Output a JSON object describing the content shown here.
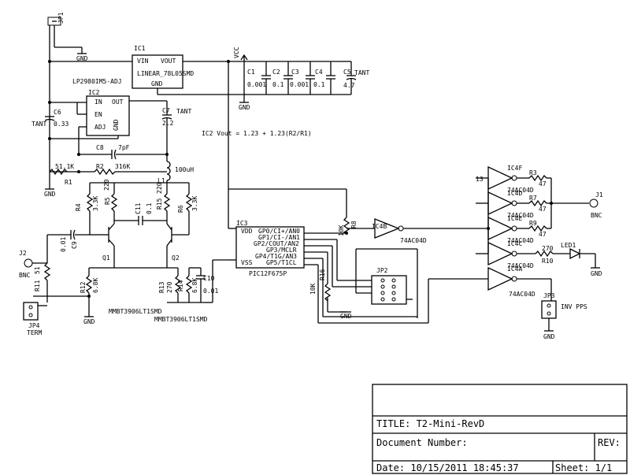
{
  "title_block": {
    "title": "TITLE:  T2-Mini-RevD",
    "document": "Document Number:",
    "rev": "REV:",
    "date": "Date: 10/15/2011  18:45:37",
    "sheet": "Sheet: 1/1"
  },
  "formula": "IC2 Vout = 1.23 + 1.23(R2/R1)",
  "labels": {
    "jp1": "JP1",
    "gnd": "GND",
    "vcc": "VCC",
    "ic1": "IC1",
    "ic1_part": "LINEAR_78L05SMD",
    "ic1_vin": "VIN",
    "ic1_vout": "VOUT",
    "ic1_gnd": "GND",
    "ic2_part": "LP2980IM5-ADJ",
    "ic2": "IC2",
    "ic2_in": "IN",
    "ic2_out": "OUT",
    "ic2_en": "EN",
    "ic2_adj": "ADJ",
    "ic2_gnd": "GND",
    "c1": "C1",
    "c1v": "0.001",
    "c2": "C2",
    "c2v": "0.1",
    "c3": "C3",
    "c3v": "0.001",
    "c4": "C4",
    "c4v": "0.1",
    "c5": "C5",
    "c5v": "4.7",
    "tant": "TANT",
    "c6": "C6",
    "c6v": "0.33",
    "c7": "C7",
    "c7v": "2.2",
    "c8": "C8",
    "c8v": "7pF",
    "r1": "R1",
    "r1v": "51.1K",
    "r2": "R2",
    "r2v": "316K",
    "l1": "L1",
    "l1v": "100uH",
    "r4": "R4",
    "r4v": "3.3K",
    "r5": "R5",
    "r5v": "220",
    "r6": "R6",
    "r6v": "3.3K",
    "c11": "C11",
    "c11v": "0.1",
    "r15": "R15",
    "r15v": "220",
    "q1": "Q1",
    "q2": "Q2",
    "q1_part": "MMBT3906LT1SMD",
    "q2_part": "MMBT3906LT1SMD",
    "c9": "C9",
    "c9v": "0.01",
    "j2": "J2",
    "bnc": "BNC",
    "r11": "R11",
    "r11v": "51",
    "r12": "R12",
    "r12v": "6.8K",
    "r13": "R13",
    "r13v": "270",
    "r14": "R14",
    "r14v": "6.8K",
    "c10": "C10",
    "c10v": "0.01",
    "jp4": "JP4",
    "term": "TERM",
    "ic3": "IC3",
    "ic3_part": "PIC12F675P",
    "ic3_pins": [
      "VDD",
      "GP0/CI+/AN0",
      "GP1/CI-/AN1",
      "GP2/COUT/AN2",
      "GP3/MCLR",
      "GP4/T1G/AN3",
      "GP5/T1CL",
      "VSS"
    ],
    "r8": "R8",
    "r8v": "10K",
    "r16": "R16",
    "r16v": "10K",
    "jp2": "JP2",
    "ic4b": "IC4B",
    "ic4_part": "74AC04D",
    "ic4f": "IC4F",
    "ic4d": "IC4D",
    "ic4e": "IC4E",
    "ic4c": "IC4C",
    "ic4a": "IC4A",
    "r3": "R3",
    "r7": "R7",
    "r9": "R9",
    "r47": "47",
    "r10": "R10",
    "r10v": "270",
    "led1": "LED1",
    "j1": "J1",
    "jp3": "JP3",
    "inv_pps": "INV PPS"
  }
}
